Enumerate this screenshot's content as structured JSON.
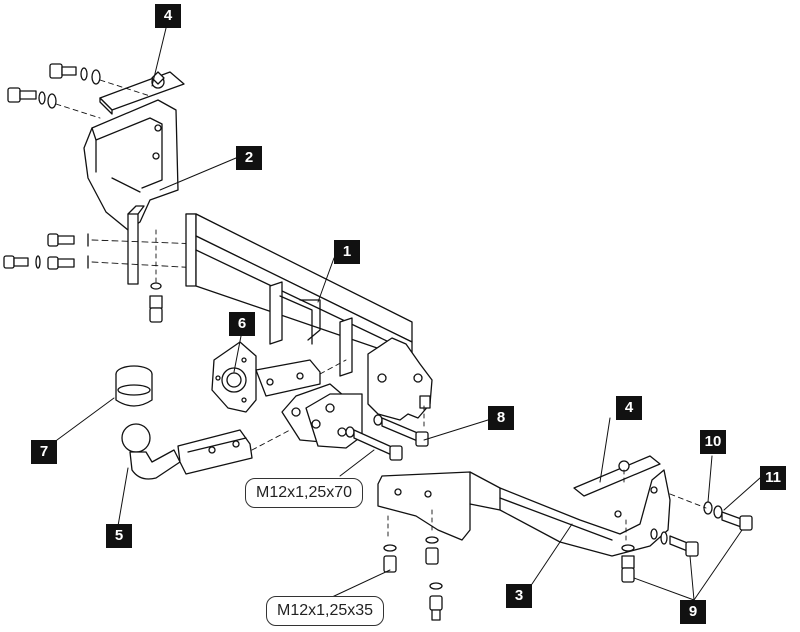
{
  "callouts": {
    "c4_top": "4",
    "c2": "2",
    "c1": "1",
    "c6": "6",
    "c7": "7",
    "c8": "8",
    "c5": "5",
    "c4_right": "4",
    "c10": "10",
    "c11": "11",
    "c3": "3",
    "c9": "9"
  },
  "specs": {
    "bolt_70": "M12x1,25x70",
    "bolt_35": "M12x1,25x35"
  }
}
